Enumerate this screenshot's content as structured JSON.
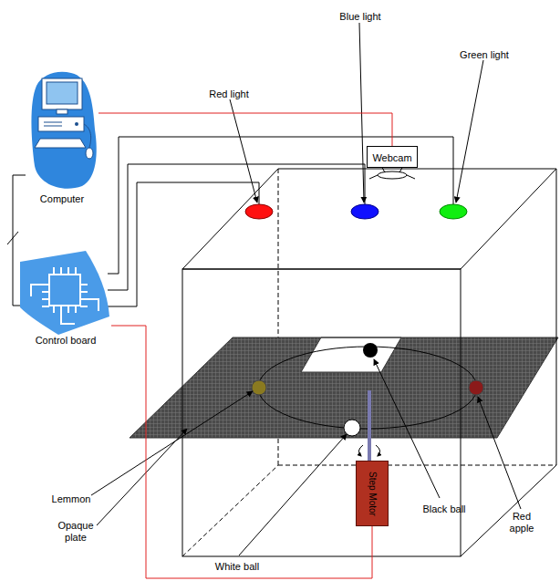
{
  "diagram": {
    "nodes": [
      {
        "text": [
          "Computer"
        ]
      },
      {
        "text": [
          "Control board"
        ]
      },
      {
        "text": [
          "Webcam"
        ]
      },
      {
        "text": [
          "Step Motor"
        ]
      }
    ],
    "edges": [
      {
        "from": 0,
        "to": 1,
        "arrow": "none"
      },
      {
        "from": 0,
        "to": 2,
        "arrow": "none"
      },
      {
        "from": 1,
        "to": 3,
        "arrow": "none"
      }
    ],
    "labels": [
      "Red light",
      "Blue light",
      "Green light",
      "Lemmon",
      "Opaque plate",
      "White ball",
      "Black ball",
      "Red apple"
    ]
  }
}
